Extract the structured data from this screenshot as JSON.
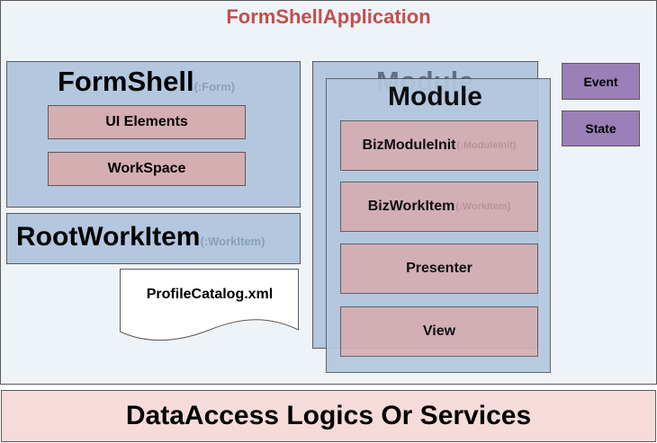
{
  "app": {
    "title": "FormShellApplication"
  },
  "formshell": {
    "title": "FormShell",
    "type": "(:Form)",
    "items": [
      "UI Elements",
      "WorkSpace"
    ]
  },
  "rootworkitem": {
    "title": "RootWorkItem",
    "type": "(:WorkItem)"
  },
  "catalog": {
    "label": "ProfileCatalog.xml"
  },
  "module_back": {
    "title": "Module"
  },
  "module": {
    "title": "Module",
    "bizmoduleinit": {
      "label": "BizModuleInit",
      "type": "(:ModuleInit)"
    },
    "bizworkitem": {
      "label": "BizWorkItem",
      "type": "(:WorkItem)"
    },
    "presenter": "Presenter",
    "view": "View"
  },
  "event": "Event",
  "state": "State",
  "data_access": "DataAccess Logics Or Services",
  "colors": {
    "title": "#c0504d",
    "blue_box": "#b3c7de",
    "pink_box": "#d5aeb2",
    "purple_box": "#9b7fb7",
    "data_box": "#f5dcda"
  }
}
